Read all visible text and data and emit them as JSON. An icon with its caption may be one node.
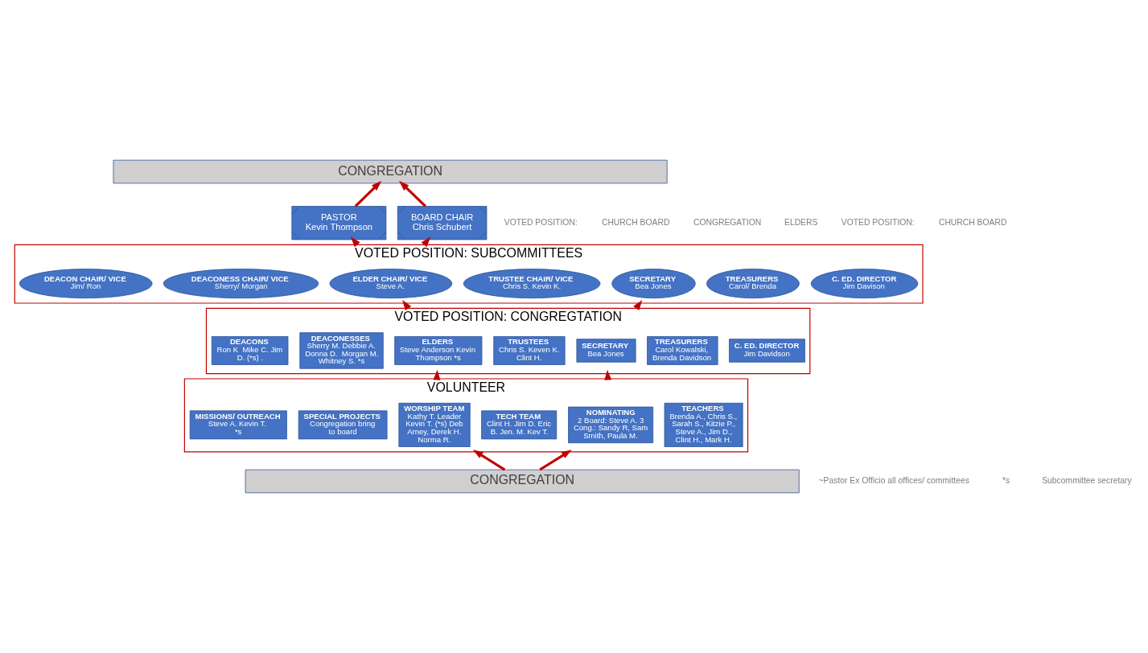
{
  "diagram": {
    "nodes": [
      {
        "text": [
          "CONGREGATION"
        ]
      },
      {
        "text": [
          "PASTOR",
          "Kevin Thompson"
        ]
      },
      {
        "text": [
          "BOARD CHAIR",
          "Chris Schubert"
        ]
      },
      {
        "text": [
          "VOTED POSITION: SUBCOMMITTEES"
        ]
      },
      {
        "text": [
          "DEACON CHAIR/ VICE",
          "Jim/ Ron"
        ],
        "in": 3
      },
      {
        "text": [
          "DEACONESS CHAIR/ VICE",
          "Sherry/ Morgan"
        ],
        "in": 3
      },
      {
        "text": [
          "ELDER CHAIR/ VICE",
          "Steve A."
        ],
        "in": 3
      },
      {
        "text": [
          "TRUSTEE CHAIR/ VICE",
          "Chris S. Kevin K."
        ],
        "in": 3
      },
      {
        "text": [
          "SECRETARY",
          "Bea Jones"
        ],
        "in": 3
      },
      {
        "text": [
          "TREASURERS",
          "Carol/ Brenda"
        ],
        "in": 3
      },
      {
        "text": [
          "C. ED. DIRECTOR",
          "Jim Davison"
        ],
        "in": 3
      },
      {
        "text": [
          "VOTED POSITION: CONGREGTATION"
        ]
      },
      {
        "text": [
          "DEACONS",
          "Ron K  Mike C. Jim D. (*s) ."
        ],
        "in": 11
      },
      {
        "text": [
          "DEACONESSES",
          "Sherry M. Debbie A. Donna D.  Morgan M. Whitney S. *s"
        ],
        "in": 11
      },
      {
        "text": [
          "ELDERS",
          "Steve Anderson Kevin Thompson *s"
        ],
        "in": 11
      },
      {
        "text": [
          "TRUSTEES",
          "Chris S. Keven K. Clint H."
        ],
        "in": 11
      },
      {
        "text": [
          "SECRETARY",
          "Bea Jones"
        ],
        "in": 11
      },
      {
        "text": [
          "TREASURERS",
          "Carol Kowalski, Brenda Davidson"
        ],
        "in": 11
      },
      {
        "text": [
          "C. ED. DIRECTOR",
          "Jim Davidson"
        ],
        "in": 11
      },
      {
        "text": [
          "VOLUNTEER"
        ]
      },
      {
        "text": [
          "MISSIONS/ OUTREACH",
          "Steve A. Kevin T.  *s"
        ],
        "in": 19
      },
      {
        "text": [
          "SPECIAL PROJECTS",
          "Congregation bring to board"
        ],
        "in": 19
      },
      {
        "text": [
          "WORSHIP TEAM",
          "Kathy T. Leader Kevin T. (*s) Deb Arney, Derek H. Norma R."
        ],
        "in": 19
      },
      {
        "text": [
          "TECH TEAM",
          "Clint H. Jim D. Eric B. Jen. M. Kev T."
        ],
        "in": 19
      },
      {
        "text": [
          "NOMINATING",
          "2 Board: Steve A. 3 Cong.: Sandy R, Sam Smith, Paula M."
        ],
        "in": 19
      },
      {
        "text": [
          "TEACHERS",
          "Brenda A., Chris S., Sarah S., Kitzie P., Steve A., Jim D., Clint H., Mark H."
        ],
        "in": 19
      },
      {
        "text": [
          "CONGREGATION"
        ]
      }
    ],
    "edges": [
      {
        "from": 1,
        "to": 0,
        "arrow": "to"
      },
      {
        "from": 2,
        "to": 0,
        "arrow": "to"
      },
      {
        "from": 3,
        "to": 1,
        "arrow": "to"
      },
      {
        "from": 3,
        "to": 2,
        "arrow": "to"
      },
      {
        "from": 11,
        "to": 3,
        "arrow": "to"
      },
      {
        "from": 11,
        "to": 3,
        "arrow": "to"
      },
      {
        "from": 19,
        "to": 11,
        "arrow": "to"
      },
      {
        "from": 19,
        "to": 11,
        "arrow": "to"
      },
      {
        "from": 26,
        "to": 19,
        "arrow": "to"
      },
      {
        "from": 26,
        "to": 19,
        "arrow": "to"
      }
    ],
    "labels": [
      "VOTED POSITION:",
      "CHURCH BOARD",
      "CONGREGATION",
      "ELDERS",
      "VOTED POSITION:",
      "CHURCH BOARD",
      "~Pastor Ex Officio all offices/ committees",
      "*s",
      "Subcommittee secretary"
    ]
  }
}
